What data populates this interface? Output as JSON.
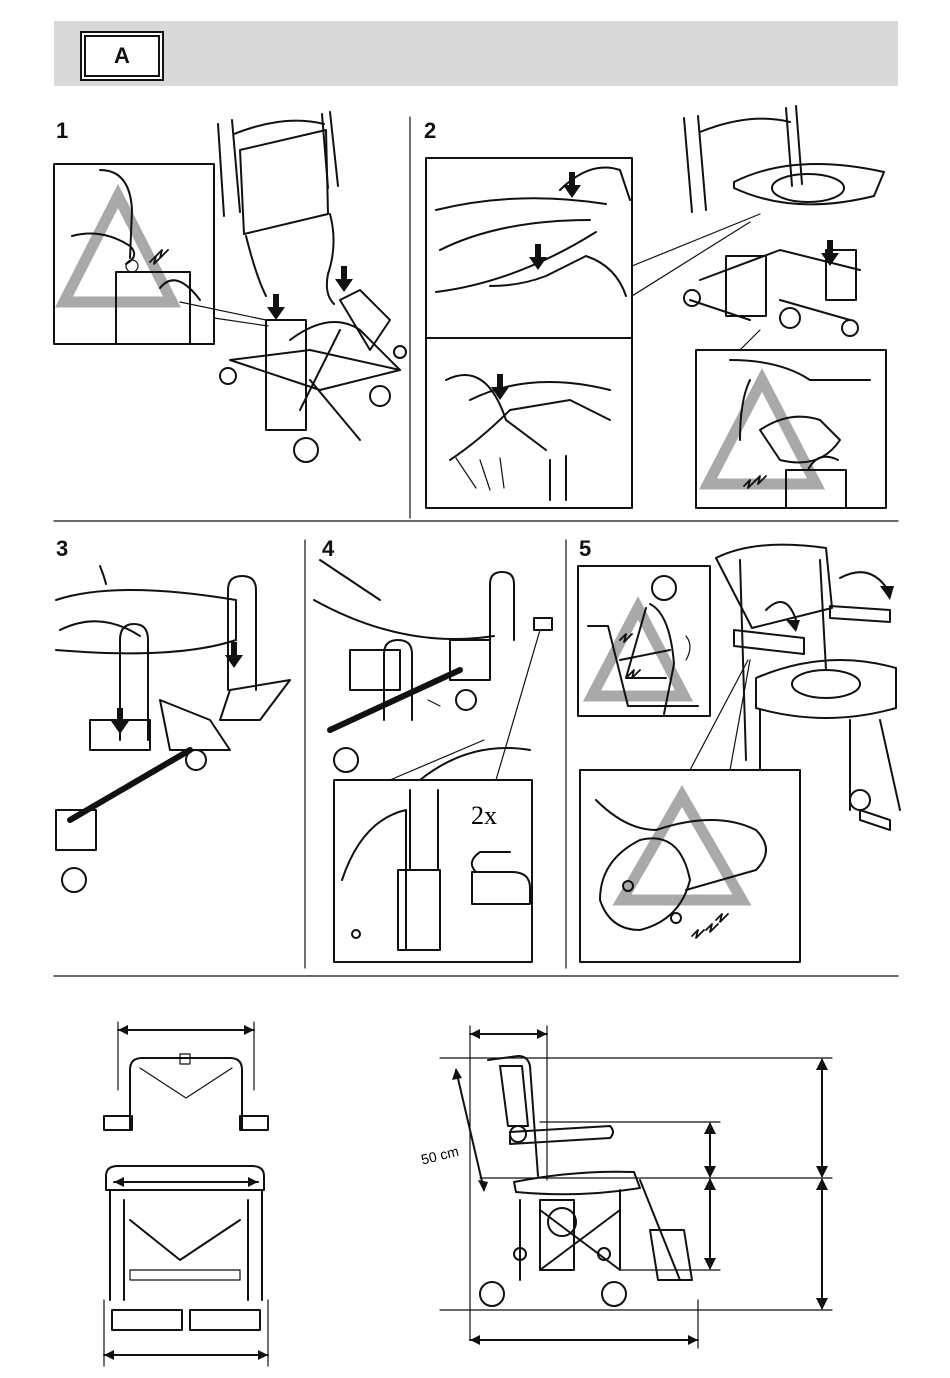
{
  "header": {
    "section_label": "A"
  },
  "steps": [
    {
      "number": "1"
    },
    {
      "number": "2"
    },
    {
      "number": "3"
    },
    {
      "number": "4"
    },
    {
      "number": "5"
    }
  ],
  "step4": {
    "repeat_label": "2x"
  },
  "dimensions": {
    "backrest_height_label": "50 cm"
  },
  "colors": {
    "banner": "#d9d9d9",
    "warning_triangle": "#a9a9a9",
    "ink": "#111111"
  },
  "icons": [
    "warning-triangle-icon",
    "down-arrow-icon",
    "rotate-arrow-icon",
    "pinch-spark-icon",
    "dimension-arrow-icon"
  ]
}
